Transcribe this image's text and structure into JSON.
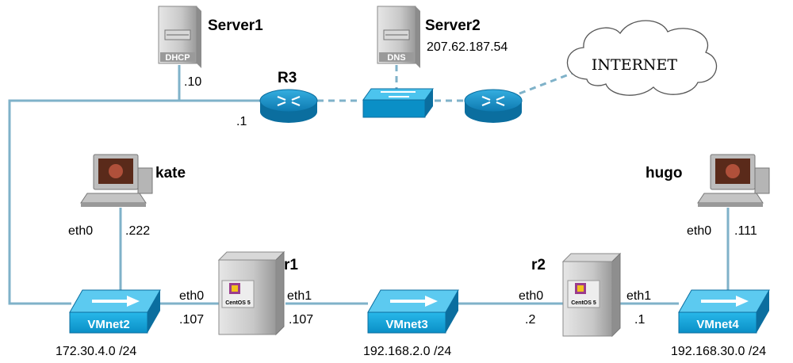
{
  "servers": {
    "server1": {
      "name": "Server1",
      "badge": "DHCP",
      "host_ip": ".10"
    },
    "server2": {
      "name": "Server2",
      "badge": "DNS",
      "ip": "207.62.187.54"
    }
  },
  "router_r3": {
    "name": "R3",
    "ip": ".1"
  },
  "internet": {
    "label": "INTERNET"
  },
  "hosts": {
    "kate": {
      "name": "kate",
      "iface": "eth0",
      "ip": ".222"
    },
    "hugo": {
      "name": "hugo",
      "iface": "eth0",
      "ip": ".111"
    }
  },
  "routers": {
    "r1": {
      "name": "r1",
      "os_badge": "CentOS 5",
      "eth0": {
        "iface": "eth0",
        "ip": ".107"
      },
      "eth1": {
        "iface": "eth1",
        "ip": ".107"
      }
    },
    "r2": {
      "name": "r2",
      "os_badge": "CentOS 5",
      "eth0": {
        "iface": "eth0",
        "ip": ".2"
      },
      "eth1": {
        "iface": "eth1",
        "ip": ".1"
      }
    }
  },
  "vmnets": {
    "vmnet2": {
      "label": "VMnet2",
      "subnet": "172.30.4.0 /24"
    },
    "vmnet3": {
      "label": "VMnet3",
      "subnet": "192.168.2.0 /24"
    },
    "vmnet4": {
      "label": "VMnet4",
      "subnet": "192.168.30.0 /24"
    }
  },
  "colors": {
    "link": "#7fb2c9",
    "switch_blue": "#0aa0d8",
    "router_blue": "#1a8fc6",
    "tower_gray": "#c9c9c9"
  }
}
